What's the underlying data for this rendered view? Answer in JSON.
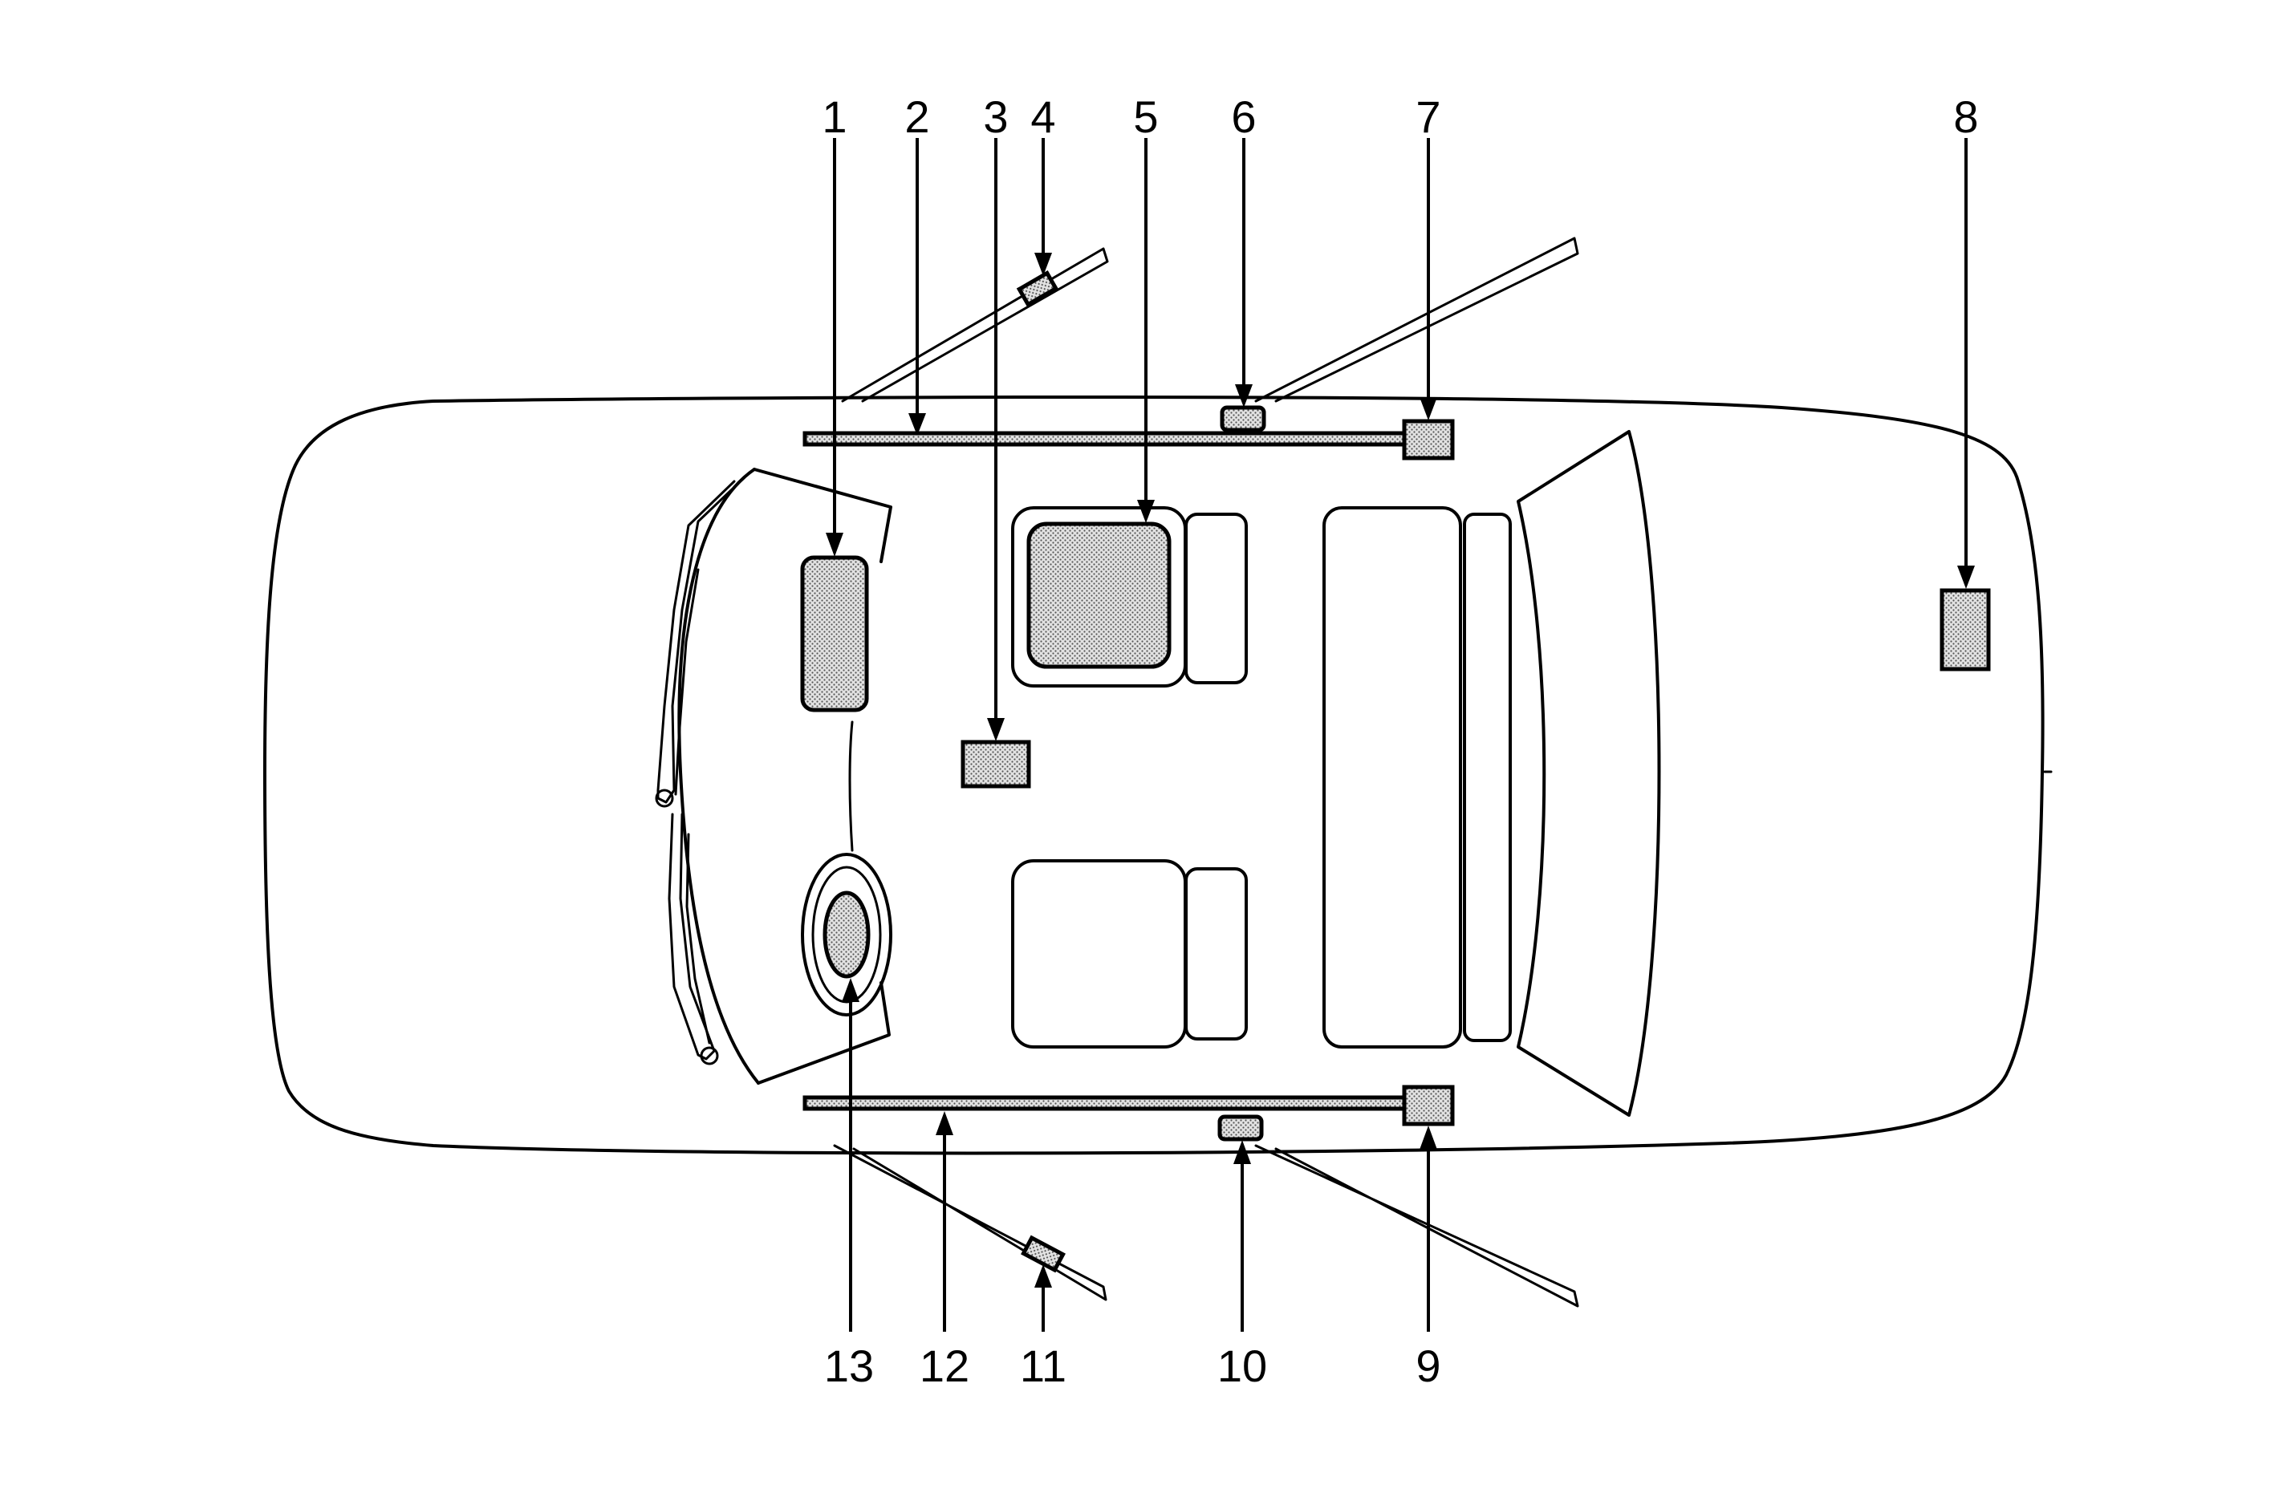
{
  "diagram": {
    "callouts": [
      {
        "id": "1"
      },
      {
        "id": "2"
      },
      {
        "id": "3"
      },
      {
        "id": "4"
      },
      {
        "id": "5"
      },
      {
        "id": "6"
      },
      {
        "id": "7"
      },
      {
        "id": "8"
      },
      {
        "id": "9"
      },
      {
        "id": "10"
      },
      {
        "id": "11"
      },
      {
        "id": "12"
      },
      {
        "id": "13"
      }
    ],
    "colors": {
      "line": "#000000",
      "component_fill": "#d9d9d9",
      "background": "#ffffff"
    }
  }
}
